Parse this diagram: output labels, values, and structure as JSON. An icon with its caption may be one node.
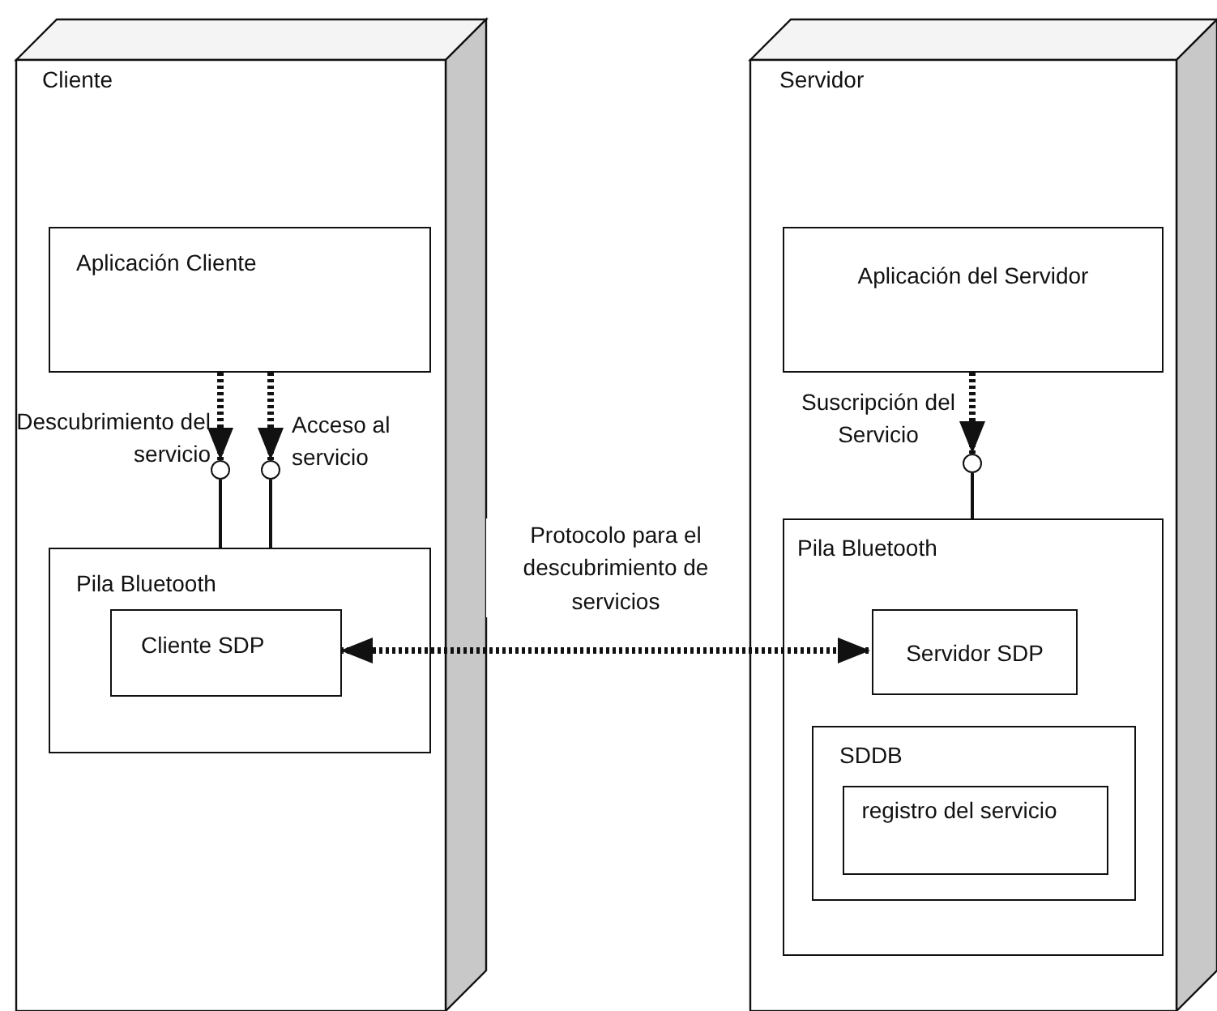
{
  "diagram": {
    "nodes": [
      {
        "text": [
          "Cliente"
        ]
      },
      {
        "text": [
          "Aplicación Cliente"
        ],
        "in": 0
      },
      {
        "text": [],
        "shape": "circle",
        "in": 0,
        "beside": [
          "Descubrimiento del servicio"
        ]
      },
      {
        "text": [],
        "shape": "circle",
        "in": 0,
        "beside": [
          "Acceso al servicio"
        ]
      },
      {
        "text": [
          "Pila Bluetooth"
        ],
        "in": 0
      },
      {
        "text": [
          "Cliente SDP"
        ],
        "in": 4
      },
      {
        "text": [
          "Servidor"
        ]
      },
      {
        "text": [
          "Aplicación del Servidor"
        ],
        "in": 6
      },
      {
        "text": [],
        "shape": "circle",
        "in": 6,
        "beside": [
          "Suscripción del Servicio"
        ]
      },
      {
        "text": [
          "Pila Bluetooth"
        ],
        "in": 6
      },
      {
        "text": [
          "Servidor SDP"
        ],
        "in": 9
      },
      {
        "text": [
          "SDDB"
        ],
        "in": 9
      },
      {
        "text": [
          "registro del servicio"
        ],
        "in": 11
      }
    ],
    "edges": [
      {
        "from": 1,
        "to": 2,
        "arrow": "to",
        "style": "dashed"
      },
      {
        "from": 2,
        "to": 4,
        "arrow": "none"
      },
      {
        "from": 1,
        "to": 3,
        "arrow": "to",
        "style": "dashed"
      },
      {
        "from": 3,
        "to": 4,
        "arrow": "none"
      },
      {
        "from": 7,
        "to": 8,
        "arrow": "to",
        "style": "dashed"
      },
      {
        "from": 8,
        "to": 9,
        "arrow": "none"
      },
      {
        "from": 5,
        "to": 10,
        "arrow": "both",
        "style": "dashed",
        "label": "Protocolo para el descubrimiento de servicios"
      }
    ]
  }
}
